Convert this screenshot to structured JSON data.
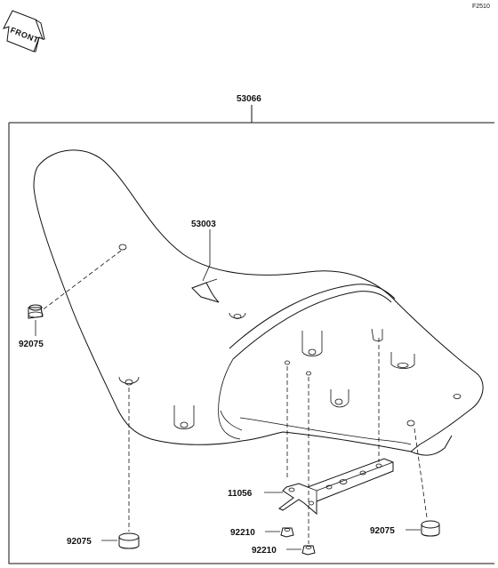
{
  "figure_code": "F2510",
  "front_arrow_label": "FRONT",
  "parts": {
    "seat_assy": "53066",
    "seat_cover": "53003",
    "damper_left": "92075",
    "damper_bottom_left": "92075",
    "damper_right": "92075",
    "bracket": "11056",
    "nut_1": "92210",
    "nut_2": "92210"
  }
}
